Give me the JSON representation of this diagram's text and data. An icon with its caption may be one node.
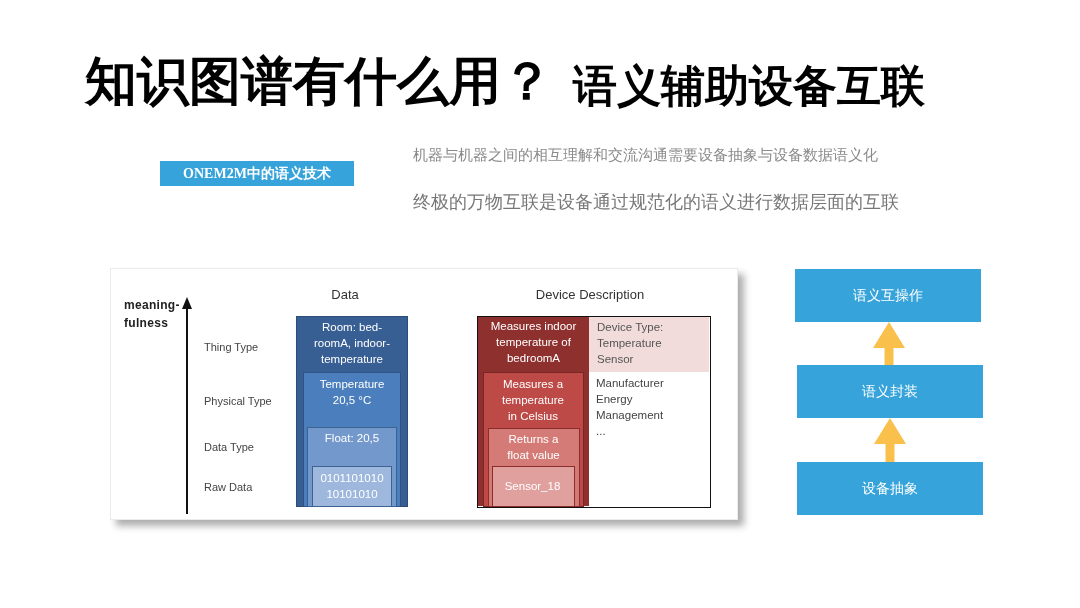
{
  "diagram": {
    "title": "知识图谱有什么用？",
    "nodes": [
      {
        "text": [
          "ONEM2M中的语义技术"
        ]
      },
      {
        "text": [
          "Room: bed-roomA, indoor-temperature"
        ]
      },
      {
        "text": [
          "Temperature 20,5 °C"
        ],
        "in": 1
      },
      {
        "text": [
          "Float: 20,5"
        ],
        "in": 2
      },
      {
        "text": [
          "0101101010 10101010"
        ],
        "in": 3
      },
      {
        "text": [
          "Manufacturer Energy Management ..."
        ]
      },
      {
        "text": [
          "Measures indoor temperature of bedroomA"
        ],
        "in": 5
      },
      {
        "text": [
          "Measures a temperature in Celsius"
        ],
        "in": 6
      },
      {
        "text": [
          "Returns a float value"
        ],
        "in": 7
      },
      {
        "text": [
          "Sensor_18"
        ],
        "in": 8
      },
      {
        "text": [
          "Device Type: Temperature Sensor"
        ],
        "in": 5
      },
      {
        "text": [
          "语义互操作"
        ]
      },
      {
        "text": [
          "语义封装"
        ]
      },
      {
        "text": [
          "设备抽象"
        ]
      }
    ],
    "edges": [
      {
        "from": 12,
        "to": 11,
        "arrow": "to"
      },
      {
        "from": 13,
        "to": 12,
        "arrow": "to"
      }
    ],
    "labels": [
      "语义辅助设备互联",
      "机器与机器之间的相互理解和交流沟通需要设备抽象与设备数据语义化",
      "终极的万物互联是设备通过规范化的语义进行数据层面的互联",
      "Data",
      "Device Description",
      "meaning-fulness",
      "Thing Type",
      "Physical Type",
      "Data Type",
      "Raw Data"
    ]
  }
}
